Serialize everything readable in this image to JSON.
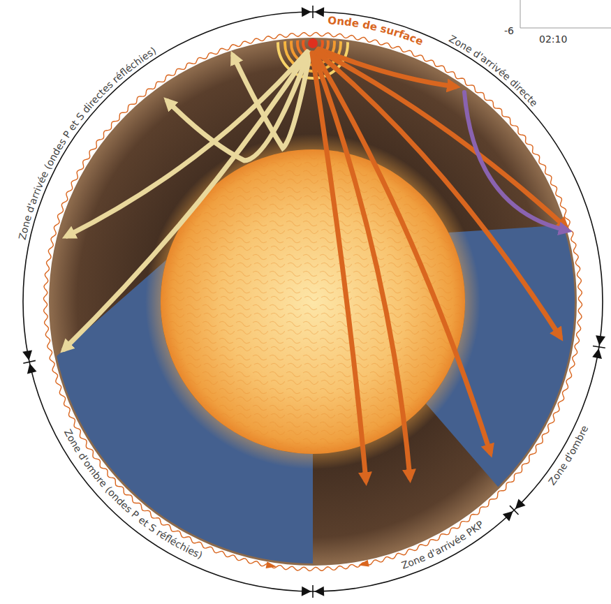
{
  "diagram": {
    "labels": [
      "-6",
      "02:10",
      "Onde de surface",
      "Zone d'arrivée directe",
      "Zone d'ombre",
      "Zone d'arrivée PKP",
      "Zone d'ombre (ondes P et S réfléchies)",
      "Zone d'arrivée (ondes P et S directes réfléchies)"
    ]
  }
}
